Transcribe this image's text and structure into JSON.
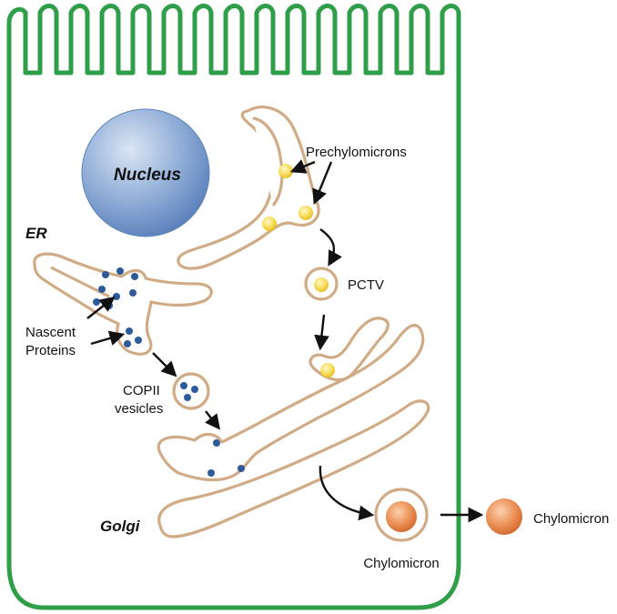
{
  "labels": {
    "nucleus": "Nucleus",
    "er": "ER",
    "golgi": "Golgi",
    "prechylomicrons": "Prechylomicrons",
    "pctv": "PCTV",
    "nascent_line1": "Nascent",
    "nascent_line2": "Proteins",
    "copii_line1": "COPII",
    "copii_line2": "vesicles",
    "chylomicron_inside": "Chylomicron",
    "chylomicron_outside": "Chylomicron"
  },
  "colors": {
    "cell_membrane": "#2f9e48",
    "organelle_membrane": "#d0ab86",
    "protein_dot": "#2d5b99",
    "lipid_droplet": "#f5d84a",
    "chylomicron": "#e07a3c",
    "nucleus": "#7c9ed0"
  }
}
